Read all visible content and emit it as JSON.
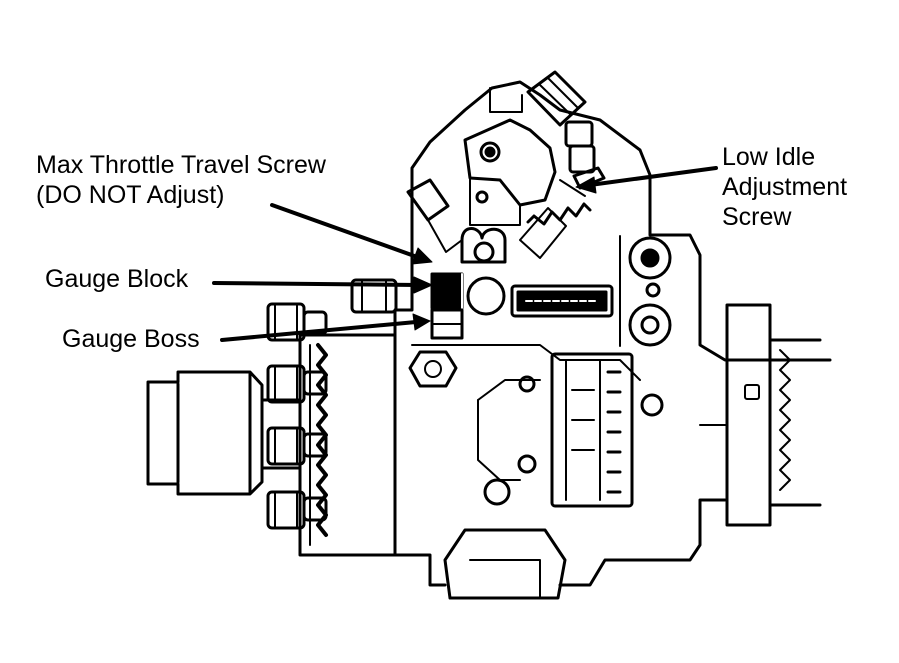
{
  "labels": {
    "max_throttle": {
      "line1": "Max Throttle Travel Screw",
      "line2": "(DO NOT Adjust)"
    },
    "low_idle": {
      "line1": "Low Idle",
      "line2": "Adjustment",
      "line3": "Screw"
    },
    "gauge_block": "Gauge Block",
    "gauge_boss": "Gauge Boss"
  },
  "colors": {
    "ink": "#000000",
    "paper": "#ffffff"
  }
}
